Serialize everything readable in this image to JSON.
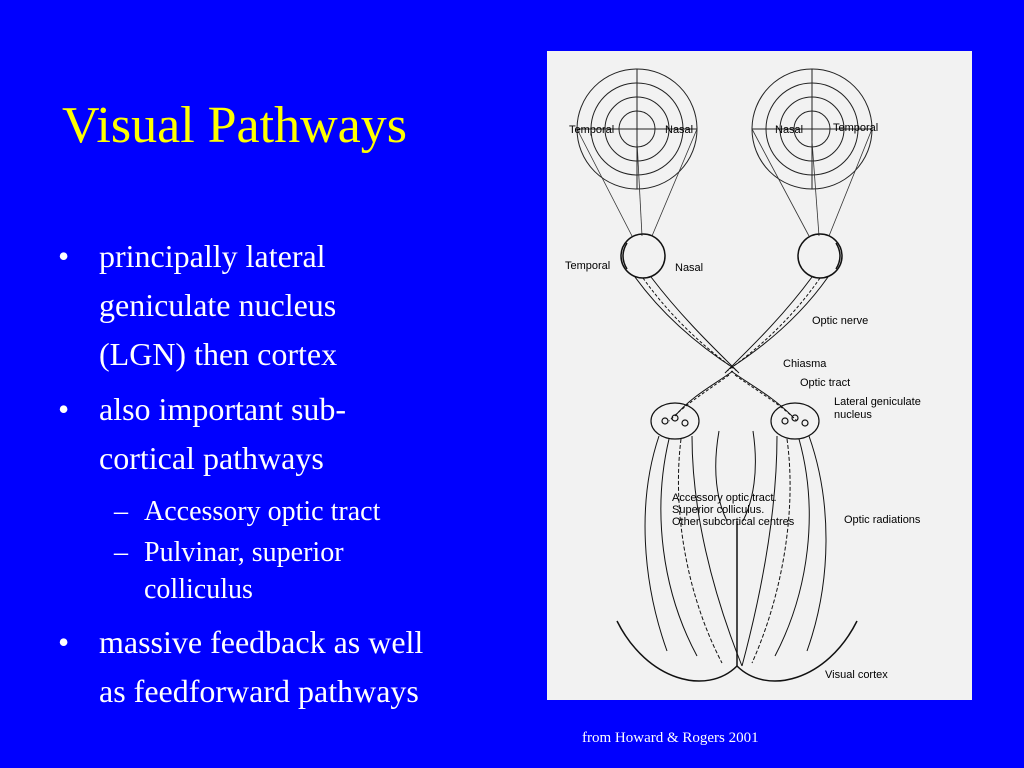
{
  "slide": {
    "title": "Visual Pathways",
    "bullets": [
      {
        "lines": [
          "principally lateral",
          "geniculate nucleus",
          "(LGN) then cortex"
        ]
      },
      {
        "lines": [
          "also important sub-",
          "cortical pathways"
        ],
        "sub": [
          {
            "lines": [
              "Accessory optic tract"
            ]
          },
          {
            "lines": [
              "Pulvinar, superior",
              "colliculus"
            ]
          }
        ]
      },
      {
        "lines": [
          "massive feedback as well",
          "as feedforward pathways"
        ]
      }
    ],
    "bullet_glyph": "•",
    "sub_glyph": "–",
    "credit": "from Howard & Rogers 2001"
  },
  "figure": {
    "labels": {
      "temporal_left_top": "Temporal",
      "nasal_left_top": "Nasal",
      "nasal_right_top": "Nasal",
      "temporal_right_top": "Temporal",
      "temporal_eye": "Temporal",
      "nasal_eye": "Nasal",
      "optic_nerve": "Optic nerve",
      "chiasma": "Chiasma",
      "optic_tract": "Optic tract",
      "lgn_1": "Lateral geniculate",
      "lgn_2": "nucleus",
      "subcortical_1": "Accessory optic tract.",
      "subcortical_2": "Superior colliculus.",
      "subcortical_3": "Other subcortical centres",
      "optic_radiations": "Optic radiations",
      "visual_cortex": "Visual cortex"
    }
  },
  "colors": {
    "background": "#0000ff",
    "title": "#ffff00",
    "text": "#ffffff",
    "figure_bg": "#f2f2f2"
  }
}
